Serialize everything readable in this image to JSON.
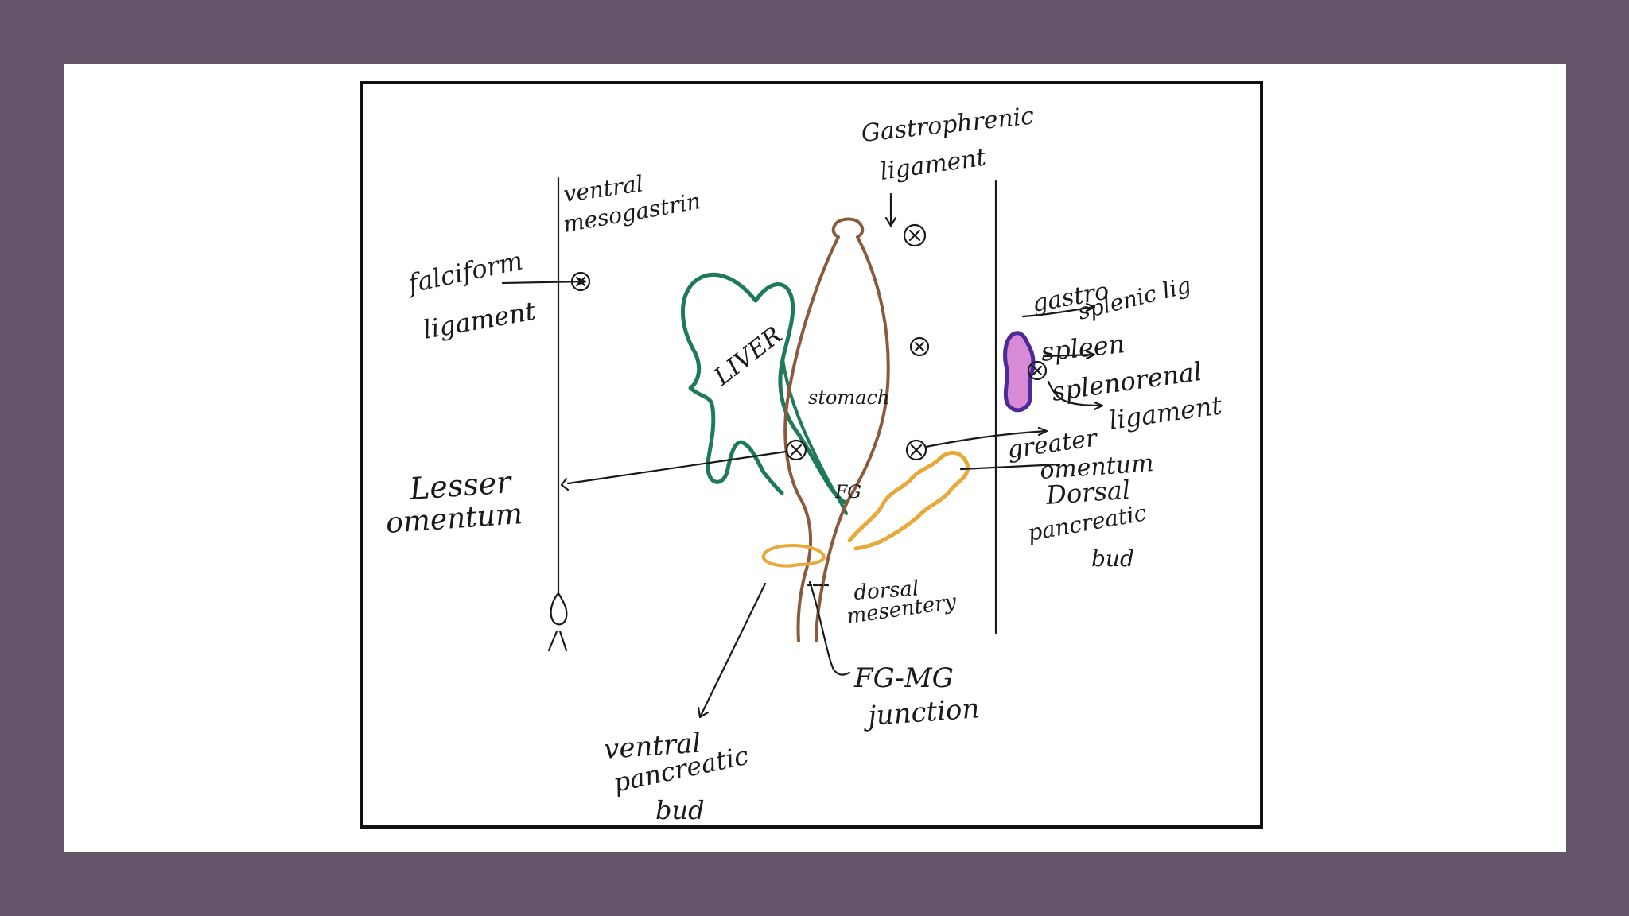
{
  "colors": {
    "background": "#64546a",
    "slide": "#ffffff",
    "liver": "#1f7a5c",
    "gut": "#8b5a3c",
    "spleen": "#4b2a9a",
    "spleen_fill": "#d98ad6",
    "pancreas": "#e6a93a",
    "ink": "#1a1a1a"
  },
  "labels": {
    "gastrophrenic_1": "Gastrophrenic",
    "gastrophrenic_2": "ligament",
    "ventral_meso_1": "ventral",
    "ventral_meso_2": "mesogastrin",
    "falciform_1": "falciform",
    "falciform_2": "ligament",
    "liver": "LIVER",
    "stomach": "stomach",
    "fg": "FG",
    "gastrosplenic_1": "gastro",
    "gastrosplenic_2": "splenic lig",
    "spleen": "spleen",
    "splenorenal_1": "splenorenal",
    "splenorenal_2": "ligament",
    "greater_1": "greater",
    "greater_2": "omentum",
    "dorsal_panc_1": "Dorsal",
    "dorsal_panc_2": "pancreatic",
    "dorsal_panc_3": "bud",
    "lesser_1": "Lesser",
    "lesser_2": "omentum",
    "dorsal_mes_1": "dorsal",
    "dorsal_mes_2": "mesentery",
    "fgmg_1": "FG-MG",
    "fgmg_2": "junction",
    "ventral_panc_1": "ventral",
    "ventral_panc_2": "pancreatic",
    "ventral_panc_3": "bud"
  }
}
